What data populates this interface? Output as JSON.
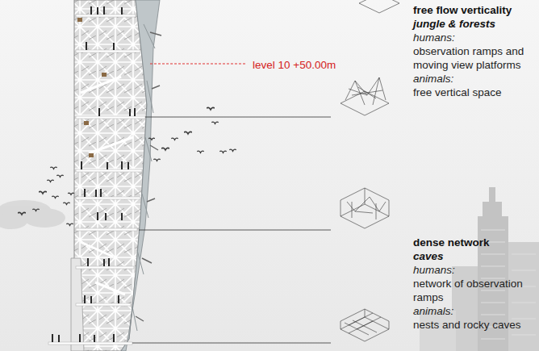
{
  "diagram": {
    "labels": [
      "level 10 +50.00m",
      "free flow verticality",
      "jungle & forests",
      "humans:",
      "observation ramps and moving view platforms",
      "animals:",
      "free vertical space",
      "dense network",
      "caves",
      "humans:",
      "network of observation ramps",
      "animals:",
      "nests and rocky caves"
    ]
  }
}
